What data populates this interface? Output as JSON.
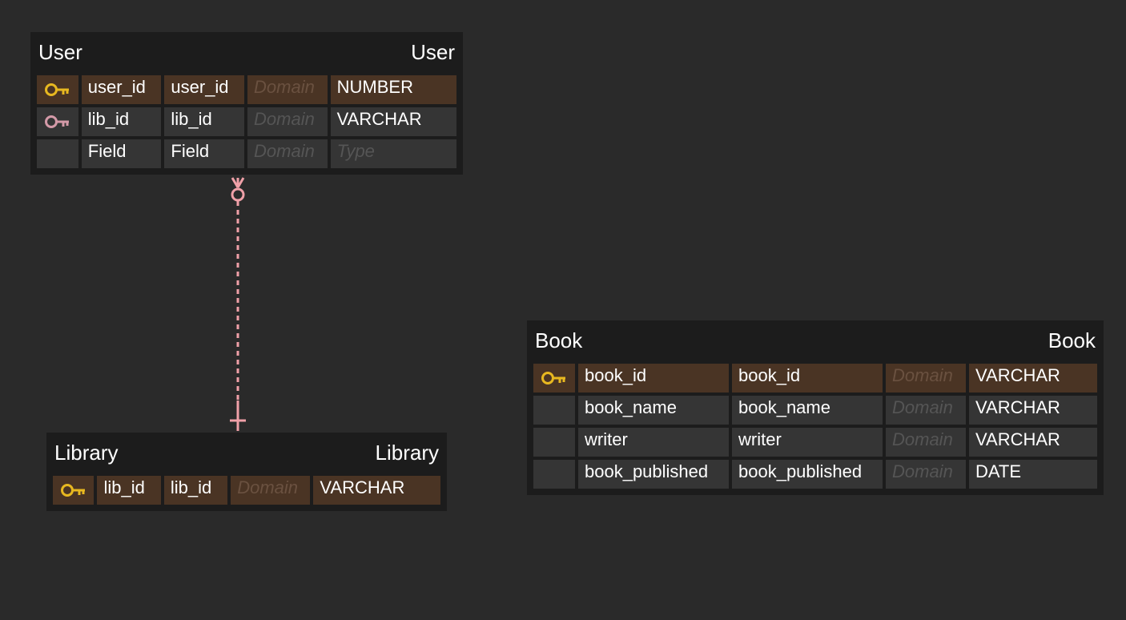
{
  "entities": {
    "user": {
      "name": "User",
      "alias": "User",
      "rows": [
        {
          "key": "primary",
          "logical": "user_id",
          "physical": "user_id",
          "domain": "Domain",
          "type": "NUMBER"
        },
        {
          "key": "foreign",
          "logical": "lib_id",
          "physical": "lib_id",
          "domain": "Domain",
          "type": "VARCHAR"
        },
        {
          "key": "none",
          "logical": "Field",
          "physical": "Field",
          "domain": "Domain",
          "type": "Type"
        }
      ]
    },
    "library": {
      "name": "Library",
      "alias": "Library",
      "rows": [
        {
          "key": "primary",
          "logical": "lib_id",
          "physical": "lib_id",
          "domain": "Domain",
          "type": "VARCHAR"
        }
      ]
    },
    "book": {
      "name": "Book",
      "alias": "Book",
      "rows": [
        {
          "key": "primary",
          "logical": "book_id",
          "physical": "book_id",
          "domain": "Domain",
          "type": "VARCHAR"
        },
        {
          "key": "none",
          "logical": "book_name",
          "physical": "book_name",
          "domain": "Domain",
          "type": "VARCHAR"
        },
        {
          "key": "none",
          "logical": "writer",
          "physical": "writer",
          "domain": "Domain",
          "type": "VARCHAR"
        },
        {
          "key": "none",
          "logical": "book_published",
          "physical": "book_published",
          "domain": "Domain",
          "type": "DATE"
        }
      ]
    }
  },
  "relationship": {
    "from": "Library",
    "to": "User",
    "from_cardinality": "one",
    "to_cardinality": "zero-or-many"
  },
  "colors": {
    "background": "#2a2a2a",
    "entity": "#1c1c1c",
    "cell": "#353535",
    "primary_row": "#4a3424",
    "primary_key_icon": "#e8b820",
    "foreign_key_icon": "#d49aa8",
    "relationship_line": "#f0a0a8"
  },
  "icons": {
    "primary": "gold-key-icon",
    "foreign": "pink-key-icon"
  }
}
